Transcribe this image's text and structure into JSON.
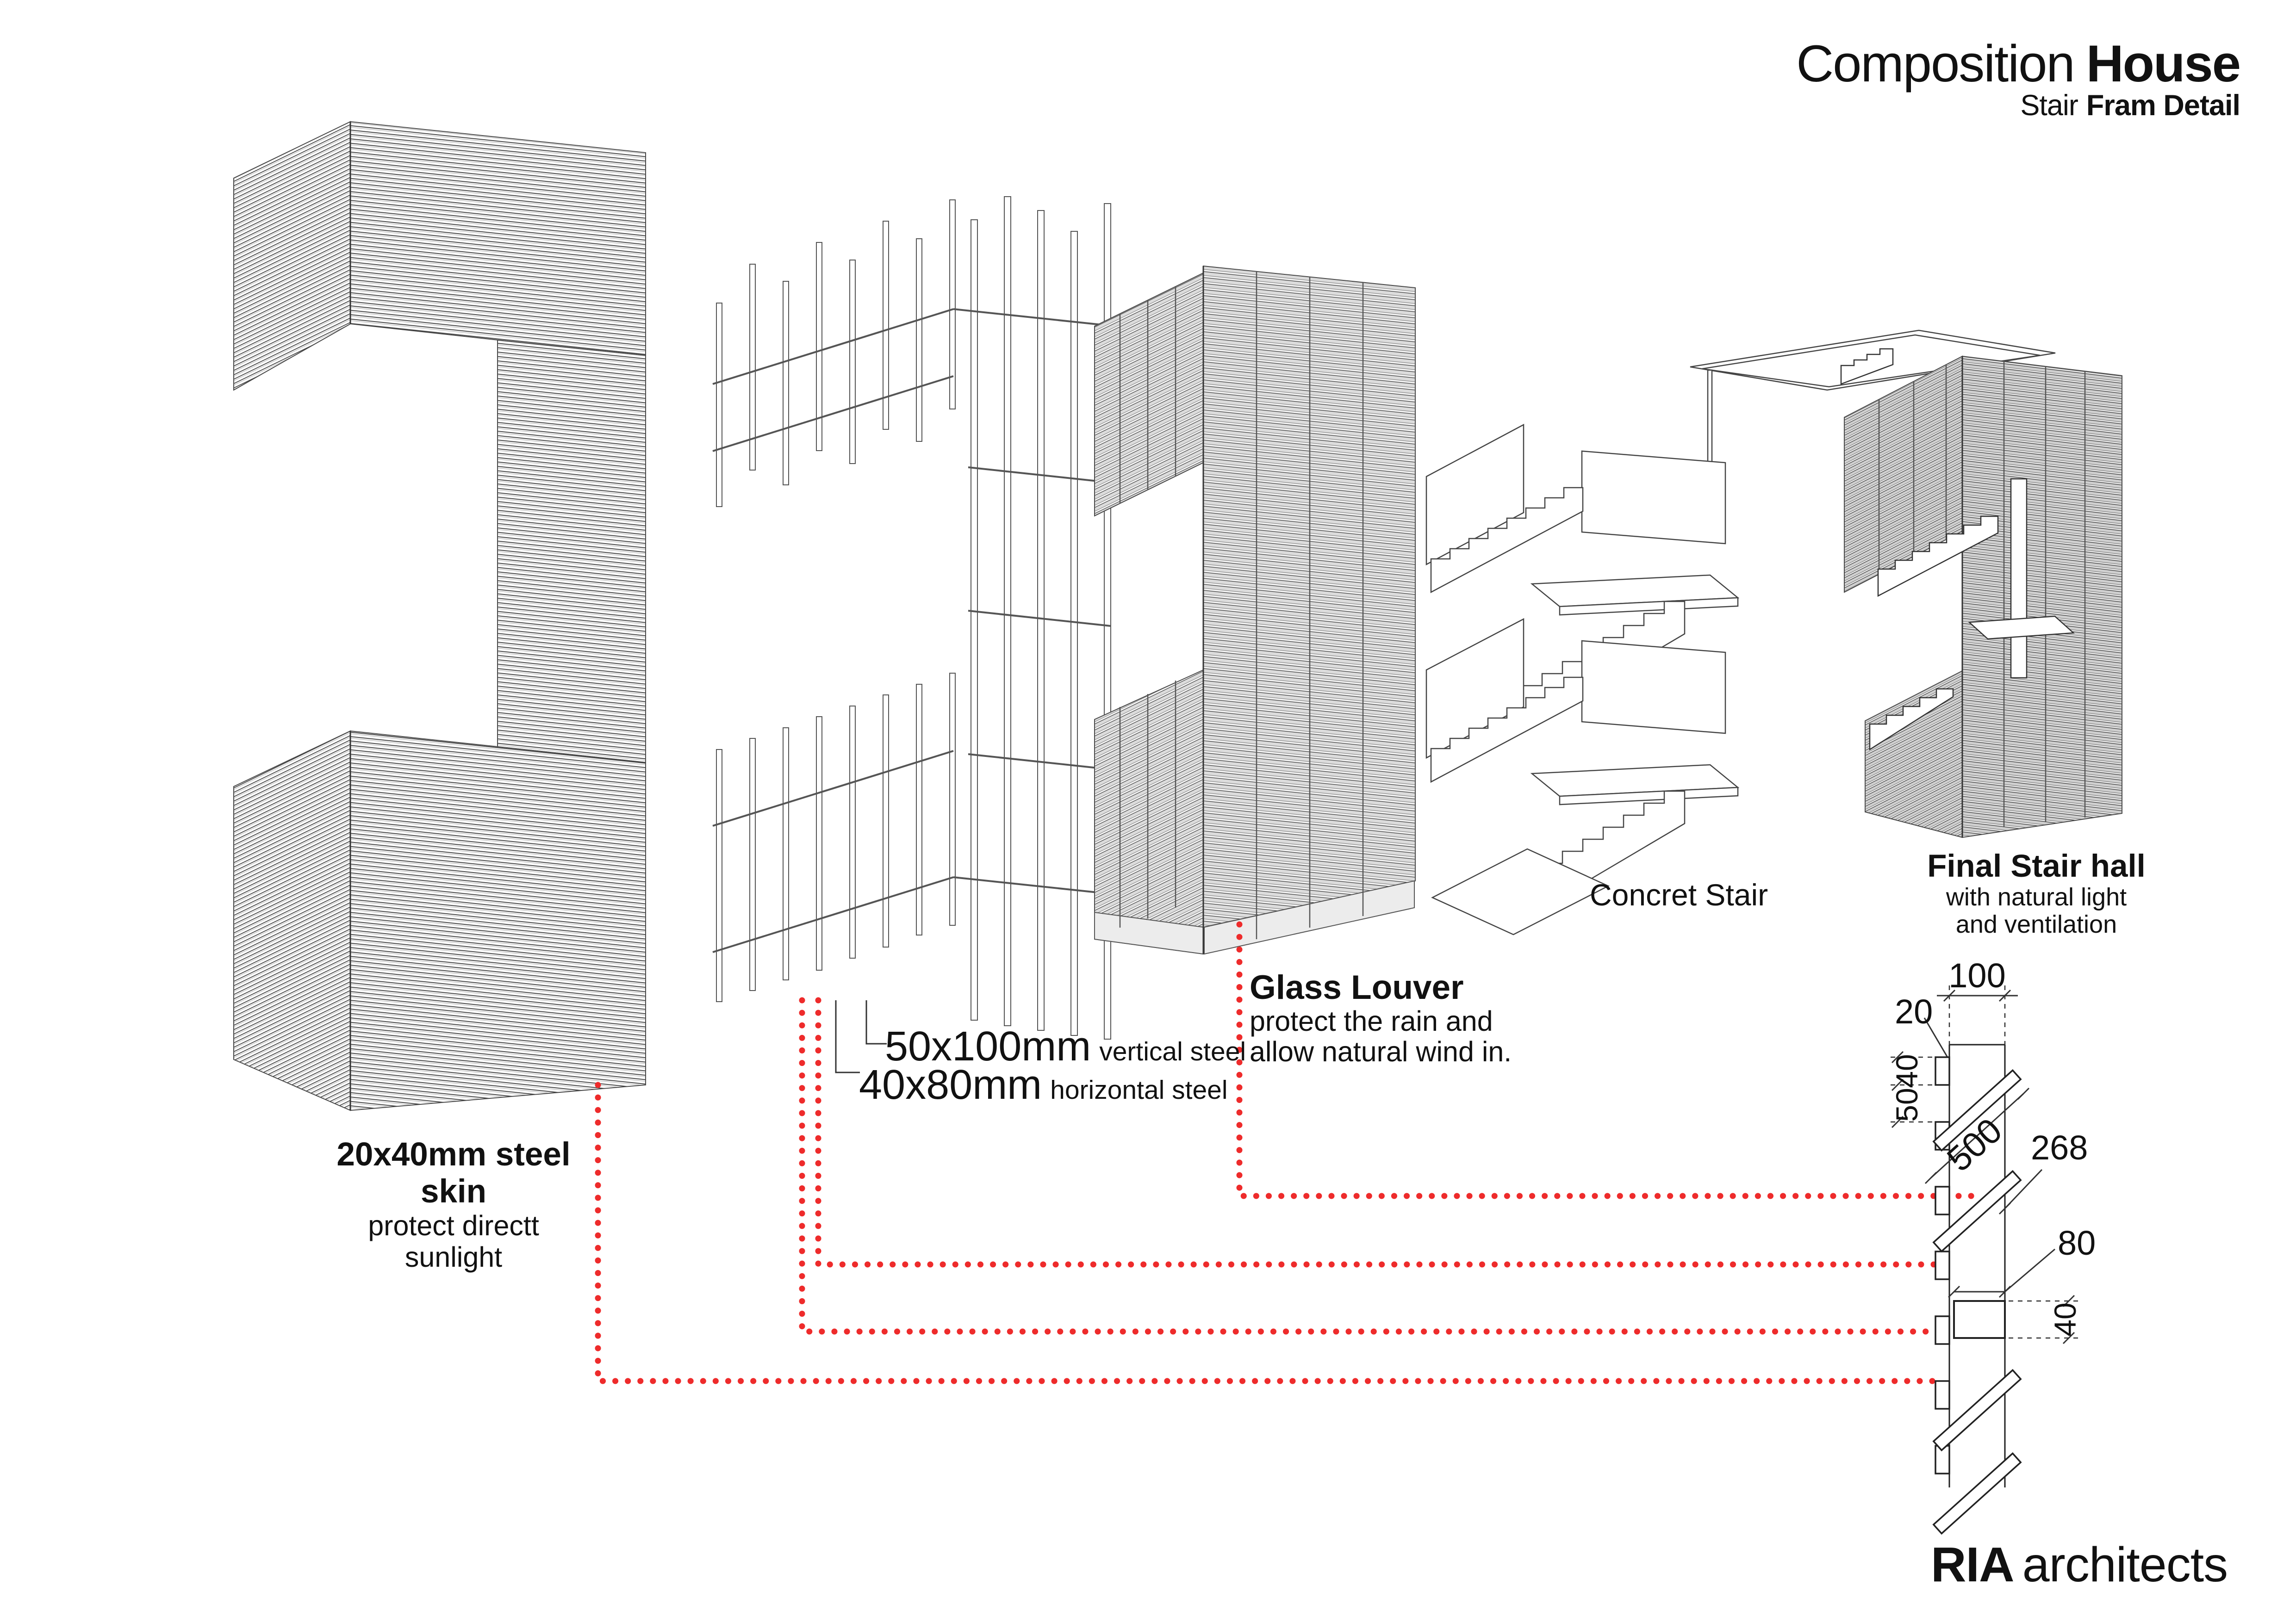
{
  "header": {
    "title_light": "Composition",
    "title_bold": "House",
    "subtitle_light": "Stair",
    "subtitle_bold": "Fram Detail"
  },
  "labels": {
    "steel_skin": {
      "title": "20x40mm steel skin",
      "desc": "protect directt sunlight"
    },
    "vertical_steel": {
      "size": "50x100mm",
      "material": "vertical steel"
    },
    "horizontal_steel": {
      "size": "40x80mm",
      "material": "horizontal steel"
    },
    "glass_louver": {
      "title": "Glass Louver",
      "desc1": "protect the rain and",
      "desc2": "allow natural wind in."
    },
    "concrete_stair": {
      "title": "Concret Stair"
    },
    "final_stair": {
      "title": "Final Stair hall",
      "desc1": "with natural light",
      "desc2": "and ventilation"
    }
  },
  "detail": {
    "dim_skin_depth": "20",
    "dim_bay_width": "100",
    "dim_skin_height": "40",
    "dim_skin_gap": "50",
    "dim_louver_length": "500",
    "dim_louver_spacing": "268",
    "dim_rail_width": "80",
    "dim_rail_height": "40"
  },
  "footer": {
    "brand_bold": "RIA",
    "brand_light": "architects"
  },
  "colors": {
    "accent_red": "#ee2b2b",
    "ink": "#1a1a1a"
  }
}
